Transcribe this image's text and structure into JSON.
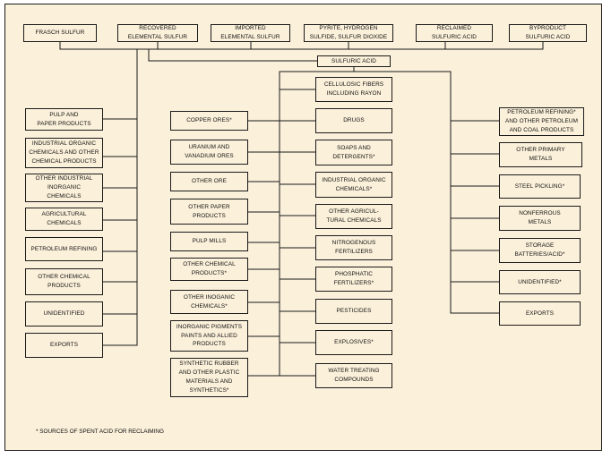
{
  "colors": {
    "background": "#fbf0da",
    "stroke": "#1a1a1a",
    "text": "#111111"
  },
  "central": "SULFURIC ACID",
  "sources": [
    "FRASCH SULFUR",
    "RECOVERED\nELEMENTAL SULFUR",
    "IMPORTED\nELEMENTAL SULFUR",
    "PYRITE, HYDROGEN\nSULFIDE, SULFUR DIOXIDE",
    "RECLAIMED\nSULFURIC ACID",
    "BYPRODUCT\nSULFURIC ACID"
  ],
  "left_uses": [
    "PULP AND\nPAPER PRODUCTS",
    "INDUSTRIAL ORGANIC\nCHEMICALS AND OTHER\nCHEMICAL PRODUCTS",
    "OTHER INDUSTRIAL\nINORGANIC\nCHEMICALS",
    "AGRICULTURAL\nCHEMICALS",
    "PETROLEUM REFINING",
    "OTHER CHEMICAL\nPRODUCTS",
    "UNIDENTIFIED",
    "EXPORTS"
  ],
  "mid_left_uses": [
    "COPPER ORES*",
    "URANIUM AND\nVANADIUM ORES",
    "OTHER ORE",
    "OTHER PAPER\nPRODUCTS",
    "PULP MILLS",
    "OTHER CHEMICAL\nPRODUCTS*",
    "OTHER INOGANIC\nCHEMICALS*",
    "INORGANIC PIGMENTS\nPAINTS AND ALLIED\nPRODUCTS",
    "SYNTHETIC RUBBER\nAND OTHER PLASTIC\nMATERIALS AND\nSYNTHETICS*"
  ],
  "mid_right_uses": [
    "CELLULOSIC FIBERS\nINCLUDING RAYON",
    "DRUGS",
    "SOAPS AND\nDETERGENTS*",
    "INDUSTRIAL ORGANIC\nCHEMICALS*",
    "OTHER AGRICUL-\nTURAL CHEMICALS",
    "NITROGENOUS\nFERTILIZERS",
    "PHOSPHATIC\nFERTILIZERS*",
    "PESTICIDES",
    "EXPLOSIVES*",
    "WATER TREATING\nCOMPOUNDS"
  ],
  "right_uses": [
    "PETROLEUM REFINING*\nAND OTHER PETROLEUM\nAND COAL PRODUCTS",
    "OTHER PRIMARY\nMETALS",
    "STEEL PICKLING*",
    "NONFERROUS\nMETALS",
    "STORAGE\nBATTERIES/ACID*",
    "UNIDENTIFIED*",
    "EXPORTS"
  ],
  "footnote": "* SOURCES OF SPENT ACID FOR RECLAIMING"
}
